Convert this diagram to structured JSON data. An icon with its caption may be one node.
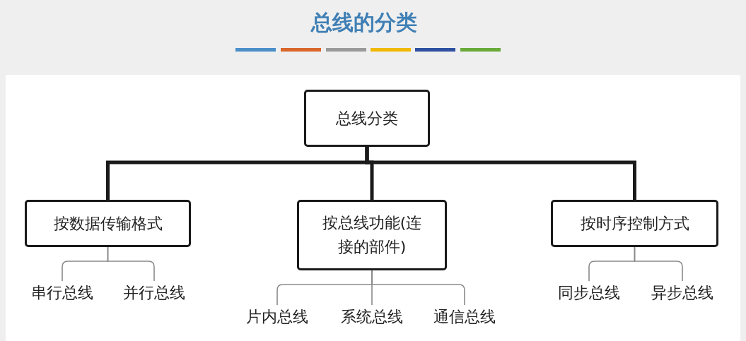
{
  "diagram": {
    "title": "总线的分类",
    "nodes": [
      {
        "text": [
          "总线分类"
        ]
      },
      {
        "text": [
          "按数据传输格式"
        ]
      },
      {
        "text": [
          "按总线功能(连接的部件)"
        ]
      },
      {
        "text": [
          "按时序控制方式"
        ]
      },
      {
        "text": [
          "串行总线"
        ]
      },
      {
        "text": [
          "并行总线"
        ]
      },
      {
        "text": [
          "片内总线"
        ]
      },
      {
        "text": [
          "系统总线"
        ]
      },
      {
        "text": [
          "通信总线"
        ]
      },
      {
        "text": [
          "同步总线"
        ]
      },
      {
        "text": [
          "异步总线"
        ]
      }
    ],
    "edges": [
      {
        "from": 0,
        "to": 1,
        "arrow": "none",
        "style": "thick",
        "color": "#1a1a1a"
      },
      {
        "from": 0,
        "to": 2,
        "arrow": "none",
        "style": "thick",
        "color": "#1a1a1a"
      },
      {
        "from": 0,
        "to": 3,
        "arrow": "none",
        "style": "thick",
        "color": "#1a1a1a"
      },
      {
        "from": 1,
        "to": 4,
        "arrow": "none"
      },
      {
        "from": 1,
        "to": 5,
        "arrow": "none"
      },
      {
        "from": 2,
        "to": 6,
        "arrow": "none"
      },
      {
        "from": 2,
        "to": 7,
        "arrow": "none"
      },
      {
        "from": 2,
        "to": 8,
        "arrow": "none"
      },
      {
        "from": 3,
        "to": 9,
        "arrow": "none"
      },
      {
        "from": 3,
        "to": 10,
        "arrow": "none"
      }
    ]
  }
}
